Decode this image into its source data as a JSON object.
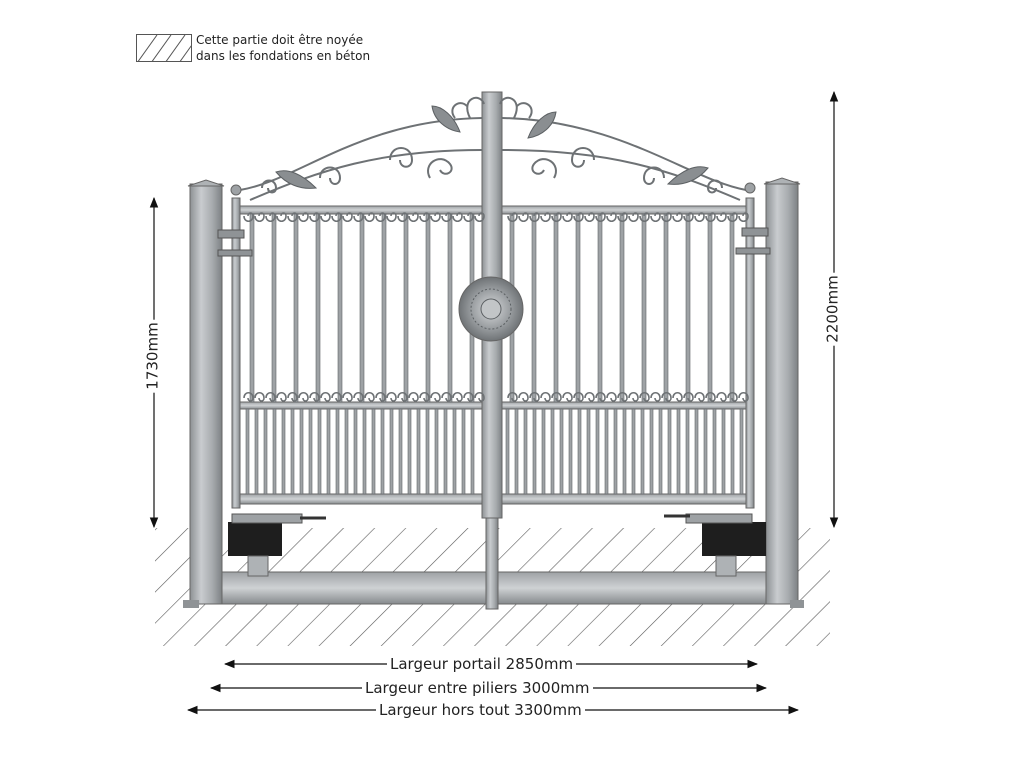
{
  "legend": {
    "line1": "Cette partie doit être noyée",
    "line2": "dans les fondations en béton"
  },
  "dimensions": {
    "height_gate": "1730mm",
    "height_total": "2200mm",
    "width_portail": "Largeur portail 2850mm",
    "width_piliers": "Largeur entre piliers 3000mm",
    "width_total": "Largeur hors tout 3300mm"
  },
  "colors": {
    "metal": "#b9bcbe",
    "metal_dark": "#6e7275",
    "motor": "#1e1e1e",
    "hatch": "#5a5a5a"
  }
}
